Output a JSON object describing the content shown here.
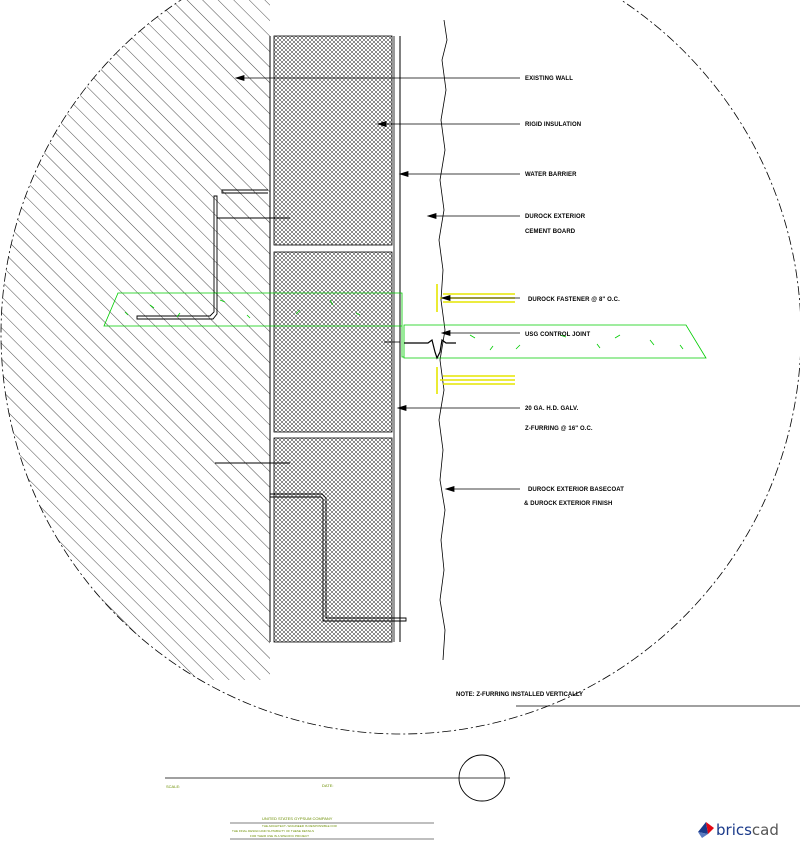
{
  "labels": {
    "existing_wall": "EXISTING WALL",
    "rigid_insulation": "RIGID INSULATION",
    "water_barrier": "WATER BARRIER",
    "durock_board_1": "DUROCK EXTERIOR",
    "durock_board_2": "CEMENT BOARD",
    "fastener": "DUROCK FASTENER @ 8\" O.C.",
    "control_joint": "USG CONTROL JOINT",
    "zfurring_1": "20 GA. H.D. GALV.",
    "zfurring_2": "Z-FURRING @ 16\" O.C.",
    "finish_1": "DUROCK EXTERIOR BASECOAT",
    "finish_2": "& DUROCK EXTERIOR FINISH"
  },
  "note": "NOTE: Z-FURRING INSTALLED VERTICALLY",
  "title_block": {
    "scale_label": "SCALE:",
    "date_label": "DATE:",
    "company": "UNITED STATES GYPSUM COMPANY",
    "line_1": "THE ARCHITECT / ENGINEER IS RESPONSIBLE FOR",
    "line_2": "THE FINAL DESIGN AND SUITABILITY OF THESE DETAILS",
    "line_3": "FOR THEIR USE IN A SPECIFIC PROJECT"
  },
  "logo": {
    "part1": "brics",
    "part2": "cad"
  },
  "colors": {
    "line": "#000000",
    "cad_green": "#00cc00",
    "cad_yellow": "#e6e600",
    "title_green": "#6b8e00",
    "logo_blue": "#1a3a8a",
    "logo_red": "#e30613"
  }
}
